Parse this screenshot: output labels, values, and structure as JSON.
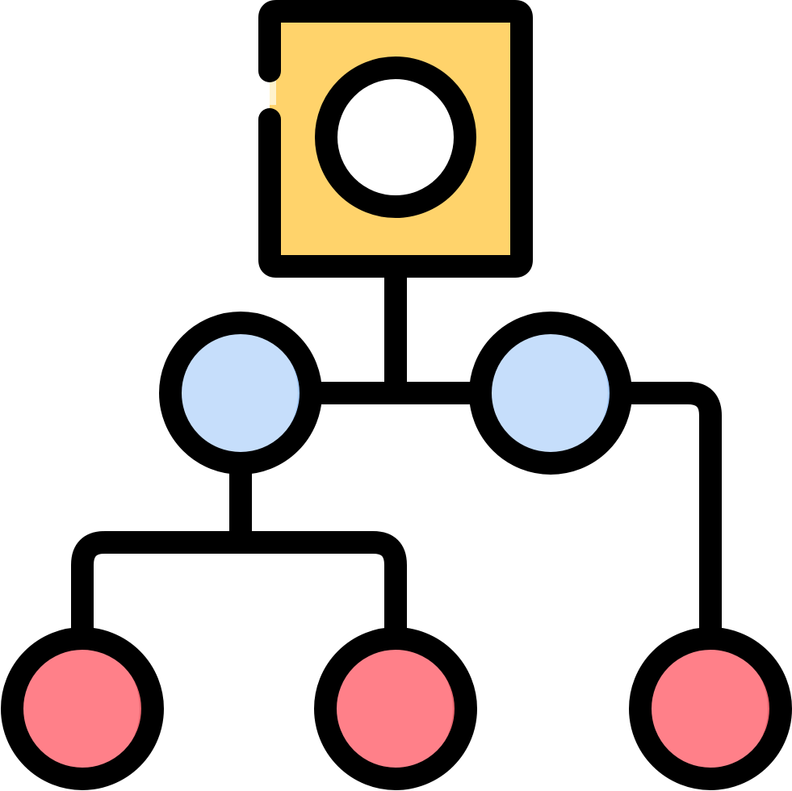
{
  "icon": {
    "name": "hierarchy-structure-icon",
    "style": "filled-line",
    "outline_color": "#000000",
    "colors": {
      "root_fill": "#FFD36B",
      "root_circle_fill": "#FFFFFF",
      "root_circle_shade": "#EDEBEF",
      "middle_fill": "#C6DEFB",
      "middle_shade": "#A6CBFA",
      "leaf_fill": "#FF8089",
      "leaf_shade": "#E8666F"
    },
    "nodes": {
      "root": "square-with-circle",
      "level_2_count": 2,
      "level_3_count": 3
    }
  }
}
